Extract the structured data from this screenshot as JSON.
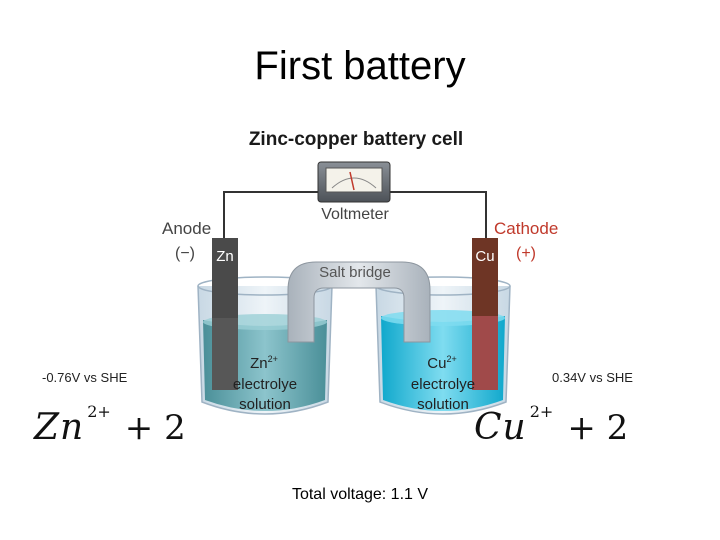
{
  "slide": {
    "title": "First battery",
    "left_potential": "-0.76V vs SHE",
    "right_potential": "0.34V vs SHE",
    "total_voltage": "Total voltage: 1.1 V"
  },
  "diagram": {
    "heading": "Zinc-copper battery cell",
    "voltmeter_label": "Voltmeter",
    "anode_label": "Anode",
    "anode_sign": "(−)",
    "cathode_label": "Cathode",
    "cathode_sign": "(+)",
    "zn_electrode": "Zn",
    "cu_electrode": "Cu",
    "salt_bridge": "Salt bridge",
    "left_solution": [
      "Zn",
      "2+",
      "electrolye",
      "solution"
    ],
    "right_solution": [
      "Cu",
      "2+",
      "electrolye",
      "solution"
    ]
  },
  "equations": {
    "zn": {
      "base": "Zn",
      "sup": "2+",
      "op": "+ 2"
    },
    "cu": {
      "base": "Cu",
      "sup": "2+",
      "op": "+ 2"
    }
  },
  "colors": {
    "zinc_electrode": "#555555",
    "copper_electrode": "#7a3a2a",
    "left_liquid": "#5aa0a8",
    "right_liquid": "#1fb8d8",
    "wire": "#333333"
  }
}
